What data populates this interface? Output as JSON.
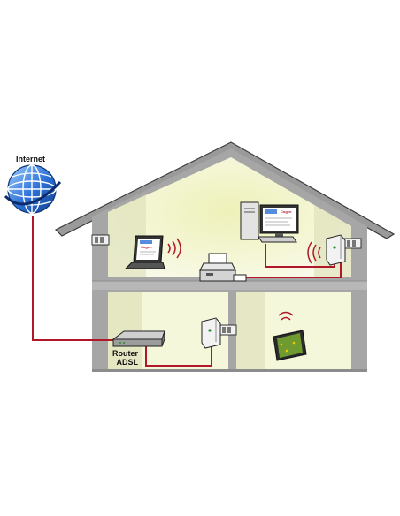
{
  "labels": {
    "internet": "Internet",
    "router_line1": "Router",
    "router_line2": "ADSL"
  },
  "screen_text": {
    "laptop_brand": "Cogen",
    "desktop_brand": "Cogen"
  },
  "colors": {
    "background": "#ffffff",
    "roof_gray": "#9a9a9a",
    "roof_outline": "#3c3c3c",
    "wall_gray": "#a6a6a6",
    "interior_light": "#f7f8dd",
    "interior_glow": "#eef1b8",
    "floor_gray": "#b7b7b7",
    "network_cable": "#b0182a",
    "globe_blue": "#2b6fd6",
    "tablet_green": "#6f9a2f"
  },
  "icons": [
    "globe-icon",
    "laptop-icon",
    "desktop-computer-icon",
    "printer-icon",
    "router-icon",
    "powerline-adapter-icon",
    "tablet-icon",
    "wifi-signal-icon",
    "wall-socket-icon"
  ]
}
